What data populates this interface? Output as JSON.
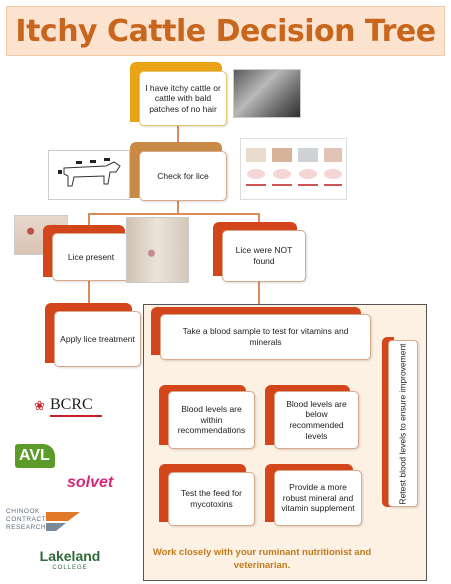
{
  "title": "Itchy Cattle Decision Tree",
  "nodes": {
    "start": "I have itchy cattle or cattle with bald patches of no hair",
    "check_lice": "Check for lice",
    "lice_present": "Lice present",
    "lice_not_found": "Lice were NOT found",
    "apply_treatment": "Apply lice treatment",
    "blood_sample": "Take a blood sample to test for vitamins and minerals",
    "within": "Blood levels are within recommendations",
    "below": "Blood levels are below recommended levels",
    "test_feed": "Test the feed for mycotoxins",
    "supplement": "Provide a more robust mineral and vitamin supplement",
    "retest": "Retest blood levels to ensure improvement"
  },
  "footer_note": "Work closely with your ruminant nutritionist and veterinarian.",
  "logos": {
    "bcrc": "BCRC",
    "avl": "AVL",
    "solvet": "solvet",
    "chinook_line1": "CHINOOK",
    "chinook_line2": "CONTRACT",
    "chinook_line3": "RESEARCH",
    "lakeland": "Lakeland",
    "college": "COLLEGE"
  },
  "colors": {
    "title": "#c8661e",
    "title_bg": "#fbe3cf",
    "tab_orange": "#d3461c",
    "tab_gold": "#e8a316",
    "tab_tan": "#c98a45",
    "panel_bg": "#fdf1e4",
    "note": "#c07a1e"
  }
}
